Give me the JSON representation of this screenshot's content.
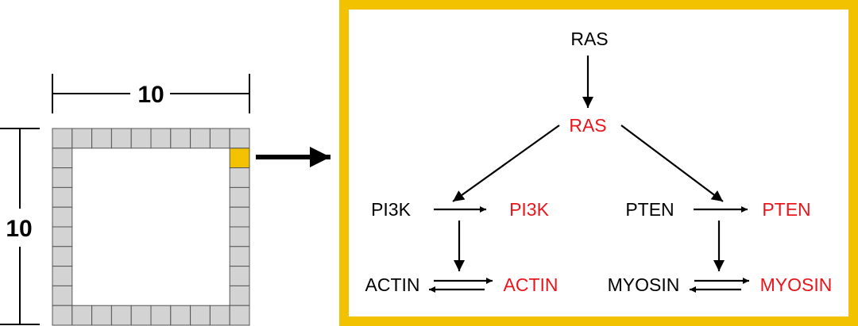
{
  "colors": {
    "active": "#e8161b",
    "inactive": "#000000",
    "highlight": "#f2c100",
    "cell_fill": "#d3d3d3",
    "cell_stroke": "#555555",
    "frame": "#f2c100"
  },
  "grid": {
    "width_label": "10",
    "height_label": "10",
    "columns": 10,
    "rows": 10,
    "highlighted_cell": {
      "row": 2,
      "col": 10
    }
  },
  "network": {
    "nodes": [
      {
        "id": "ras_inactive",
        "label": "RAS",
        "state": "inactive"
      },
      {
        "id": "ras_active",
        "label": "RAS",
        "state": "active"
      },
      {
        "id": "pi3k_inactive",
        "label": "PI3K",
        "state": "inactive"
      },
      {
        "id": "pi3k_active",
        "label": "PI3K",
        "state": "active"
      },
      {
        "id": "pten_inactive",
        "label": "PTEN",
        "state": "inactive"
      },
      {
        "id": "pten_active",
        "label": "PTEN",
        "state": "active"
      },
      {
        "id": "actin_inactive",
        "label": "ACTIN",
        "state": "inactive"
      },
      {
        "id": "actin_active",
        "label": "ACTIN",
        "state": "active"
      },
      {
        "id": "myosin_inactive",
        "label": "MYOSIN",
        "state": "inactive"
      },
      {
        "id": "myosin_active",
        "label": "MYOSIN",
        "state": "active"
      }
    ],
    "edges": [
      {
        "from": "ras_inactive",
        "to": "ras_active",
        "type": "activation"
      },
      {
        "from": "ras_active",
        "to": "pi3k_active",
        "type": "regulation"
      },
      {
        "from": "ras_active",
        "to": "pten_active",
        "type": "regulation"
      },
      {
        "from": "pi3k_inactive",
        "to": "pi3k_active",
        "type": "activation"
      },
      {
        "from": "pten_inactive",
        "to": "pten_active",
        "type": "activation"
      },
      {
        "from": "pi3k_active",
        "to": "actin_reaction",
        "type": "regulation"
      },
      {
        "from": "pten_active",
        "to": "myosin_reaction",
        "type": "regulation"
      },
      {
        "from": "actin_inactive",
        "to": "actin_active",
        "type": "reversible"
      },
      {
        "from": "myosin_inactive",
        "to": "myosin_active",
        "type": "reversible"
      }
    ]
  }
}
